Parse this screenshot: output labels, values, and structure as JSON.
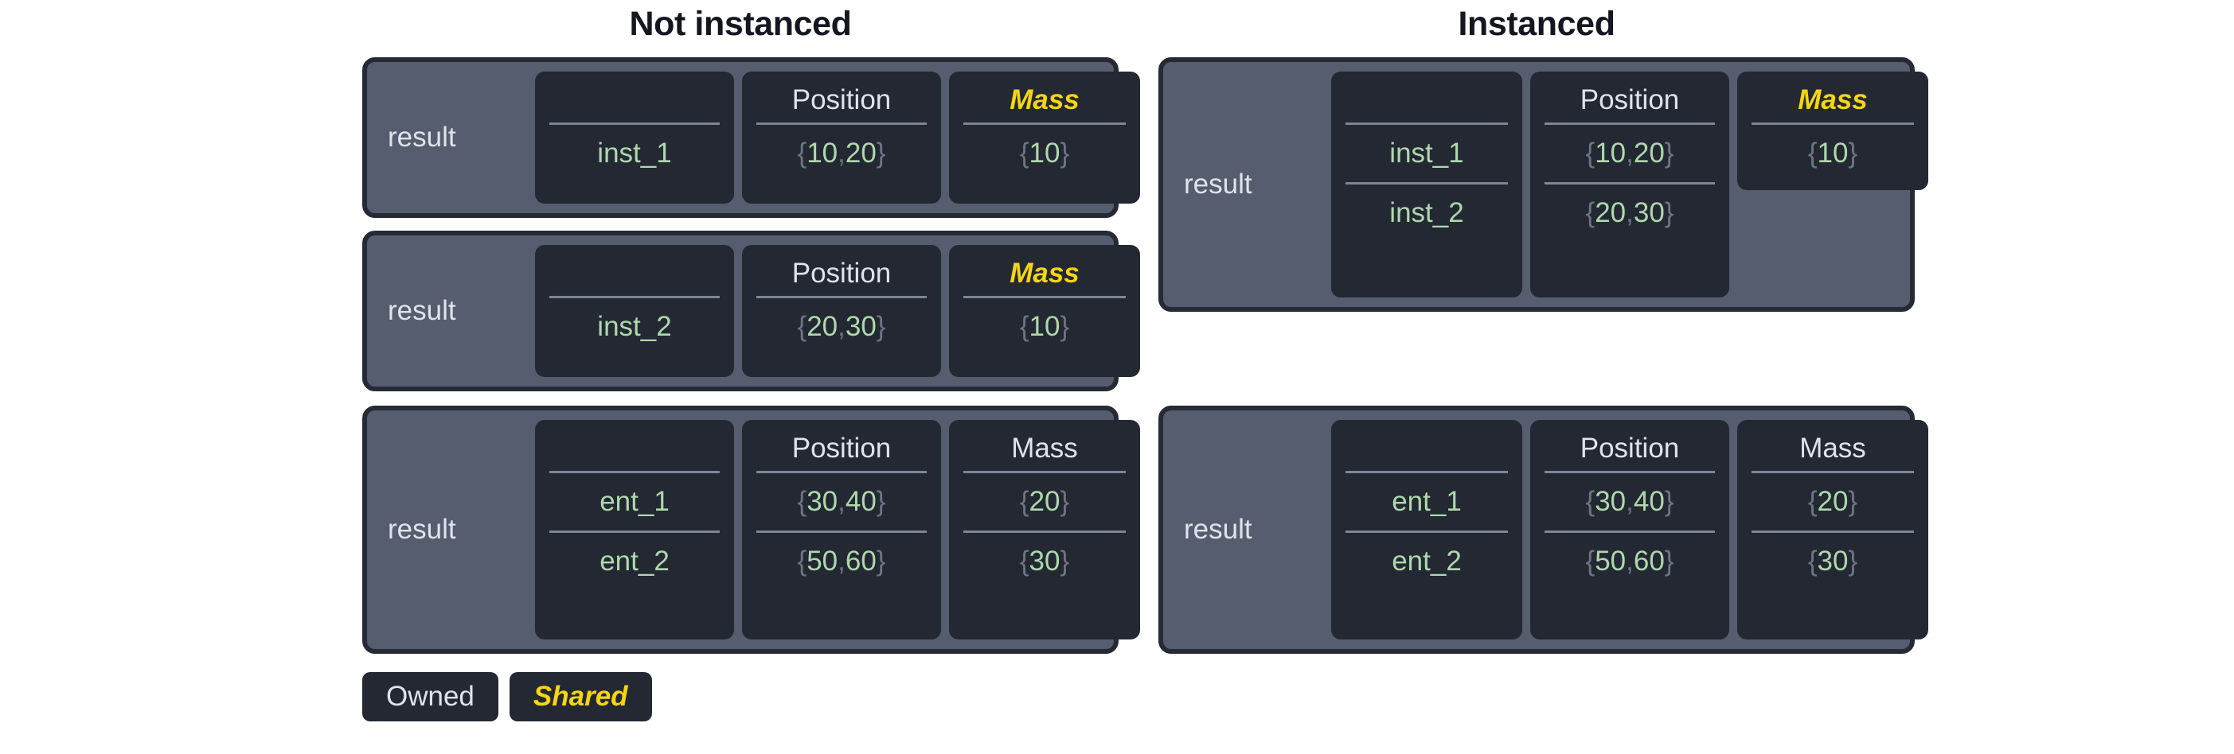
{
  "headings": {
    "left": "Not instanced",
    "right": "Instanced"
  },
  "labels": {
    "result": "result",
    "position_header": "Position",
    "mass_header": "Mass",
    "blank_header": ""
  },
  "legend": {
    "owned": "Owned",
    "shared": "Shared"
  },
  "colors": {
    "page_background": "#ffffff",
    "card_fill": "#565d6e",
    "card_border": "#252a35",
    "column_fill": "#232833",
    "header_text": "#dfe3eb",
    "value_green": "#aed8ac",
    "brace_gray": "#6d7482",
    "shared_yellow": "#f6d512",
    "divider": "#7e8695",
    "title_text": "#131720"
  },
  "tables": {
    "not_instanced": [
      {
        "row_label": "result",
        "columns": [
          {
            "header": "",
            "shared": false,
            "cells": [
              "inst_1"
            ]
          },
          {
            "header": "Position",
            "shared": false,
            "cells": [
              "{10, 20}"
            ]
          },
          {
            "header": "Mass",
            "shared": true,
            "cells": [
              "{10}"
            ]
          }
        ],
        "rows": [
          {
            "name": "inst_1",
            "position": "{10, 20}",
            "mass": "{10}"
          }
        ]
      },
      {
        "row_label": "result",
        "columns": [
          {
            "header": "",
            "shared": false,
            "cells": [
              "inst_2"
            ]
          },
          {
            "header": "Position",
            "shared": false,
            "cells": [
              "{20, 30}"
            ]
          },
          {
            "header": "Mass",
            "shared": true,
            "cells": [
              "{10}"
            ]
          }
        ],
        "rows": [
          {
            "name": "inst_2",
            "position": "{20, 30}",
            "mass": "{10}"
          }
        ]
      },
      {
        "row_label": "result",
        "columns": [
          {
            "header": "",
            "shared": false,
            "cells": [
              "ent_1",
              "ent_2"
            ]
          },
          {
            "header": "Position",
            "shared": false,
            "cells": [
              "{30, 40}",
              "{50, 60}"
            ]
          },
          {
            "header": "Mass",
            "shared": false,
            "cells": [
              "{20}",
              "{30}"
            ]
          }
        ],
        "rows": [
          {
            "name": "ent_1",
            "position": "{30, 40}",
            "mass": "{20}"
          },
          {
            "name": "ent_2",
            "position": "{50, 60}",
            "mass": "{30}"
          }
        ]
      }
    ],
    "instanced": [
      {
        "row_label": "result",
        "columns": [
          {
            "header": "",
            "shared": false,
            "cells": [
              "inst_1",
              "inst_2"
            ]
          },
          {
            "header": "Position",
            "shared": false,
            "cells": [
              "{10, 20}",
              "{20, 30}"
            ]
          },
          {
            "header": "Mass",
            "shared": true,
            "cells": [
              "{10}"
            ]
          }
        ],
        "rows": [
          {
            "name": "inst_1",
            "position": "{10, 20}",
            "mass": "{10}"
          },
          {
            "name": "inst_2",
            "position": "{20, 30}",
            "mass": ""
          }
        ]
      },
      {
        "row_label": "result",
        "columns": [
          {
            "header": "",
            "shared": false,
            "cells": [
              "ent_1",
              "ent_2"
            ]
          },
          {
            "header": "Position",
            "shared": false,
            "cells": [
              "{30, 40}",
              "{50, 60}"
            ]
          },
          {
            "header": "Mass",
            "shared": false,
            "cells": [
              "{20}",
              "{30}"
            ]
          }
        ],
        "rows": [
          {
            "name": "ent_1",
            "position": "{30, 40}",
            "mass": "{20}"
          },
          {
            "name": "ent_2",
            "position": "{50, 60}",
            "mass": "{30}"
          }
        ]
      }
    ]
  }
}
